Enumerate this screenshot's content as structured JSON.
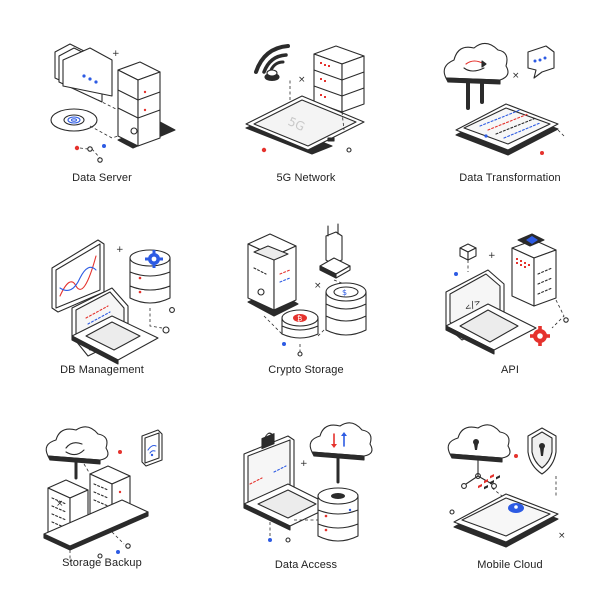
{
  "accent_colors": {
    "red": "#e5322d",
    "blue": "#2d5be3",
    "outline": "#2b2b2b"
  },
  "icons": [
    {
      "name": "data-server-icon",
      "label": "Data Server"
    },
    {
      "name": "5g-network-icon",
      "label": "5G Network",
      "screen_text": "5G"
    },
    {
      "name": "data-transformation-icon",
      "label": "Data Transformation"
    },
    {
      "name": "db-management-icon",
      "label": "DB Management"
    },
    {
      "name": "crypto-storage-icon",
      "label": "Crypto Storage"
    },
    {
      "name": "api-icon",
      "label": "API"
    },
    {
      "name": "storage-backup-icon",
      "label": "Storage Backup"
    },
    {
      "name": "data-access-icon",
      "label": "Data Access"
    },
    {
      "name": "mobile-cloud-icon",
      "label": "Mobile Cloud"
    }
  ]
}
